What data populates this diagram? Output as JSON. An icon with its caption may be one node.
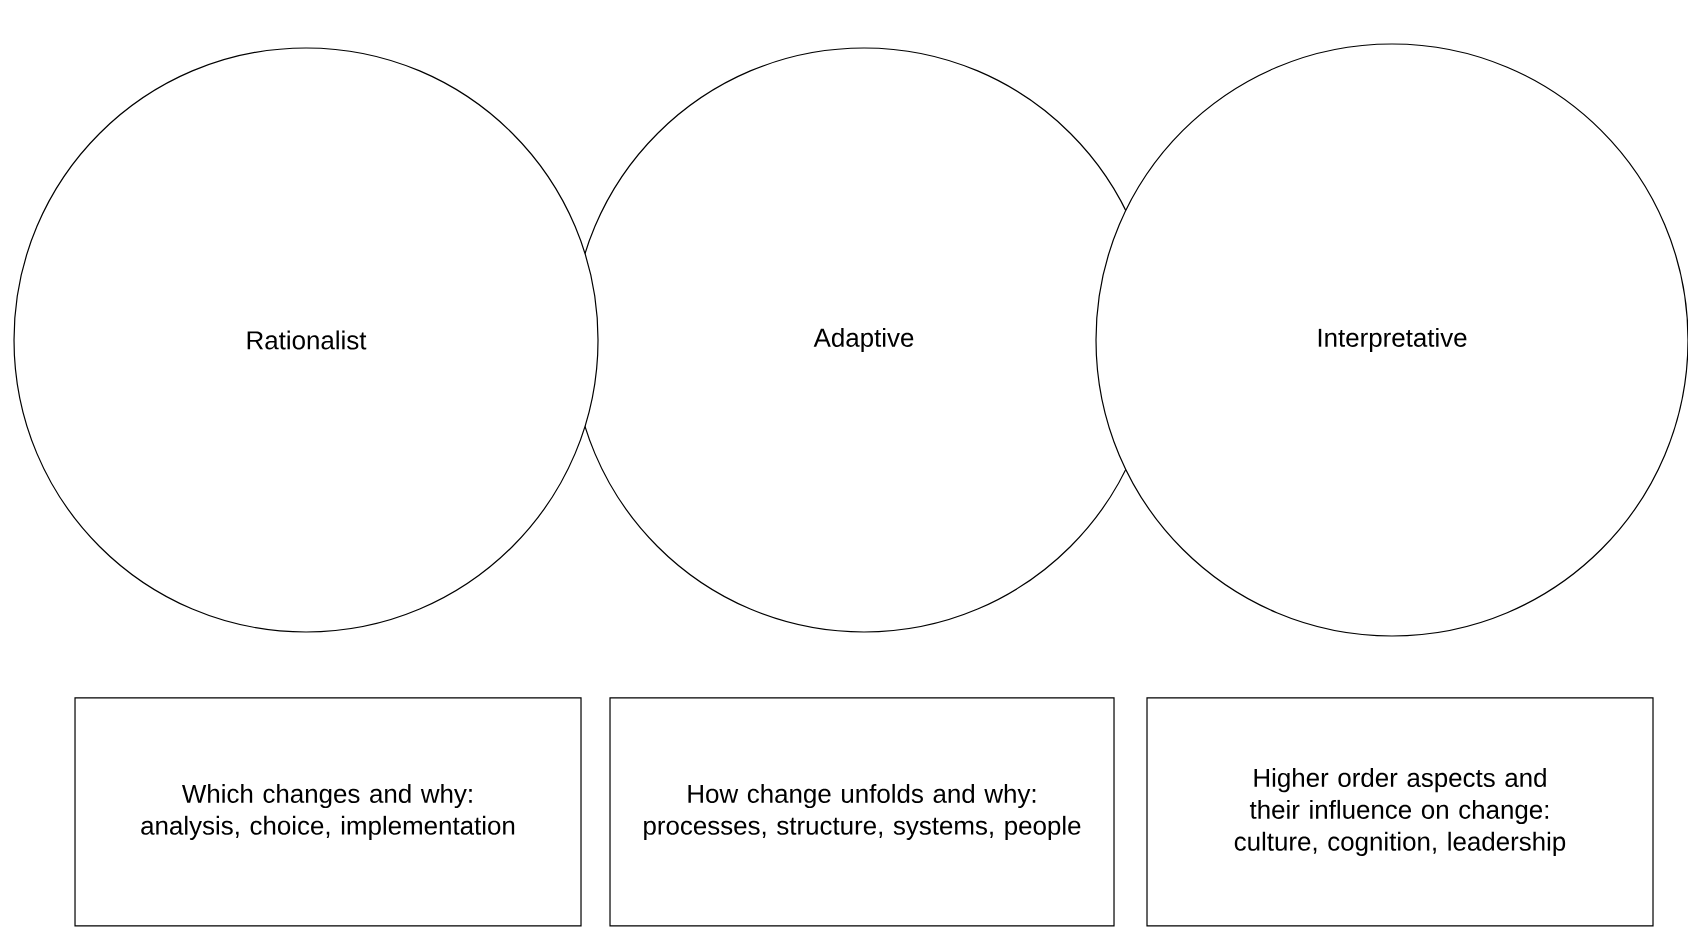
{
  "diagram": {
    "nodes": [
      {
        "text": [
          "Rationalist"
        ]
      },
      {
        "text": [
          "Adaptive"
        ]
      },
      {
        "text": [
          "Interpretative"
        ]
      },
      {
        "text": [
          "Which changes and why: analysis, choice, implementation"
        ]
      },
      {
        "text": [
          "How change unfolds and why: processes, structure, systems, people"
        ]
      },
      {
        "text": [
          "Higher order aspects and their influence on change: culture, cognition, leadership"
        ]
      }
    ]
  }
}
